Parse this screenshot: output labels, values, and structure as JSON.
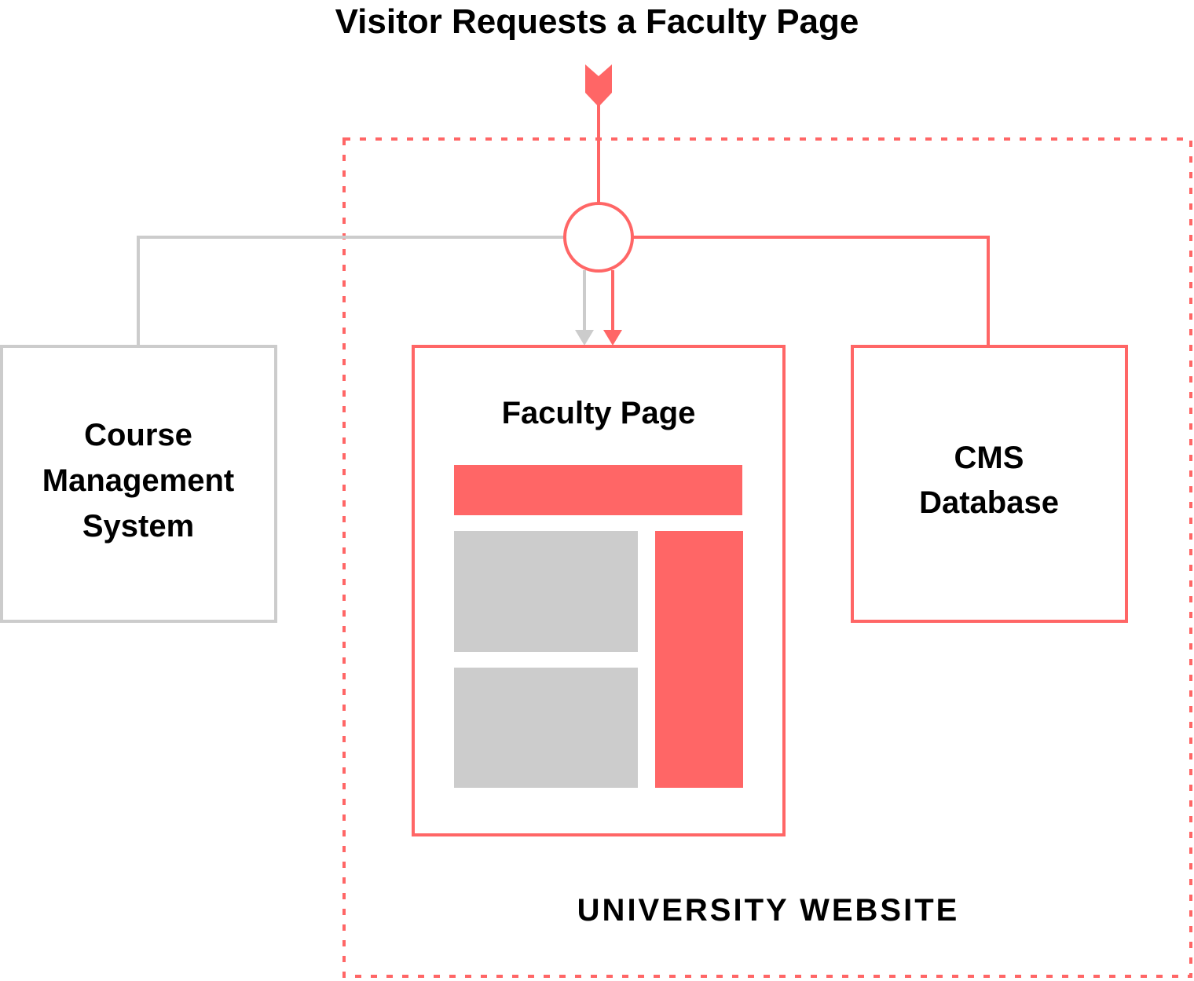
{
  "title": "Visitor Requests a Faculty Page",
  "colors": {
    "accent": "#FF6666",
    "neutral": "#CCCCCC",
    "text": "#000000",
    "background": "#FFFFFF"
  },
  "region": {
    "label": "UNIVERSITY WEBSITE",
    "border_style": "dashed",
    "color": "#FF6666"
  },
  "nodes": {
    "course_management": {
      "lines": [
        "Course",
        "Management",
        "System"
      ],
      "color": "#CCCCCC"
    },
    "faculty_page": {
      "label": "Faculty Page",
      "color": "#FF6666",
      "layout_blocks": [
        {
          "name": "header-block",
          "color": "#FF6666"
        },
        {
          "name": "content-block-1",
          "color": "#CCCCCC"
        },
        {
          "name": "content-block-2",
          "color": "#CCCCCC"
        },
        {
          "name": "sidebar-block",
          "color": "#FF6666"
        }
      ]
    },
    "cms_database": {
      "lines": [
        "CMS",
        "Database"
      ],
      "color": "#FF6666"
    },
    "hub": {
      "shape": "circle",
      "color": "#FF6666"
    }
  },
  "connections": [
    {
      "from": "visitor",
      "to": "hub",
      "color": "#FF6666"
    },
    {
      "from": "course_management",
      "to": "hub",
      "color": "#CCCCCC"
    },
    {
      "from": "cms_database",
      "to": "hub",
      "color": "#FF6666"
    },
    {
      "from": "hub",
      "to": "faculty_page",
      "color": "#CCCCCC",
      "arrow": true
    },
    {
      "from": "hub",
      "to": "faculty_page",
      "color": "#FF6666",
      "arrow": true
    }
  ]
}
